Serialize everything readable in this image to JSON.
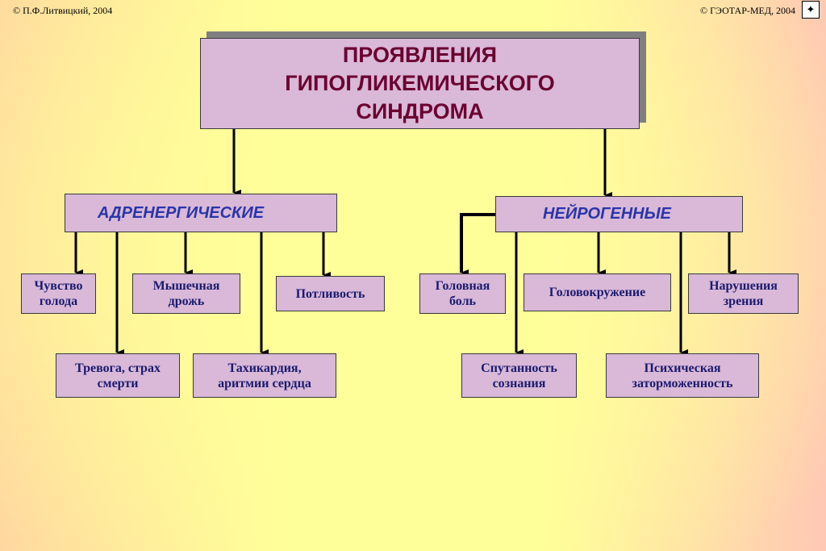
{
  "copyright_left": "© П.Ф.Литвицкий, 2004",
  "copyright_right": "© ГЭОТАР-МЕД, 2004",
  "title": [
    "ПРОЯВЛЕНИЯ",
    "ГИПОГЛИКЕМИЧЕСКОГО",
    "СИНДРОМА"
  ],
  "categories": {
    "adrenergic": {
      "label": "АДРЕНЕРГИЧЕСКИЕ",
      "items": [
        "Чувство голода",
        "Тревога, страх смерти",
        "Мышечная дрожь",
        "Тахикардия, аритмии сердца",
        "Потливость"
      ]
    },
    "neurogenic": {
      "label": "НЕЙРОГЕННЫЕ",
      "items": [
        "Головная боль",
        "Спутанность сознания",
        "Головокружение",
        "Психическая заторможенность",
        "Нарушения зрения"
      ]
    }
  },
  "colors": {
    "box": "#d9b8d8",
    "title_text": "#6b0030",
    "item_text": "#1a1a6e",
    "category_text": "#2a35a8"
  }
}
